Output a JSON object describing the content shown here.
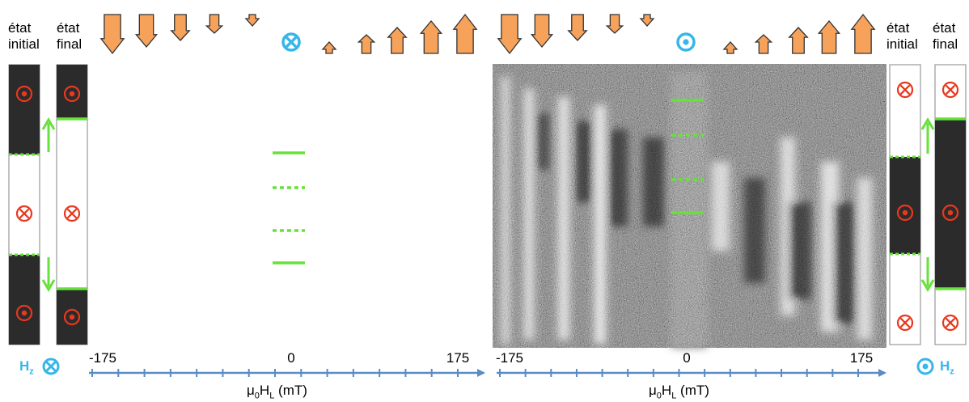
{
  "labels": {
    "left_initial_line1": "état",
    "left_initial_line2": "initial",
    "left_final_line1": "état",
    "left_final_line2": "final",
    "right_initial_line1": "état",
    "right_initial_line2": "initial",
    "right_final_line1": "état",
    "right_final_line2": "final"
  },
  "field_labels": {
    "left": {
      "main": "H",
      "sub": "z"
    },
    "right": {
      "main": "H",
      "sub": "z"
    }
  },
  "axes": {
    "left": {
      "ticks": [
        "-175",
        "0",
        "175"
      ],
      "title_main": "μ",
      "title_sub0": "0",
      "title_mid": "H",
      "title_sub1": "L",
      "title_unit": " (mT)"
    },
    "right": {
      "ticks": [
        "-175",
        "0",
        "175"
      ],
      "title_main": "μ",
      "title_sub0": "0",
      "title_mid": "H",
      "title_sub1": "L",
      "title_unit": " (mT)"
    }
  },
  "colors": {
    "arrow_orange": "#F7A25A",
    "symbol_red": "#E8381E",
    "symbol_cyan": "#37B6EA",
    "domain_green": "#66E23A",
    "axis_blue": "#5B8BC4",
    "dark_domain": "#2B2B2B"
  },
  "icons": {
    "field_arrows_left": [
      "arrow-down-icon",
      "arrow-down-icon",
      "arrow-down-icon",
      "arrow-down-icon",
      "arrow-down-icon",
      "cross-circle-icon",
      "arrow-up-icon",
      "arrow-up-icon",
      "arrow-up-icon",
      "arrow-up-icon",
      "arrow-up-icon"
    ],
    "field_arrows_right": [
      "arrow-down-icon",
      "arrow-down-icon",
      "arrow-down-icon",
      "arrow-down-icon",
      "arrow-down-icon",
      "dot-circle-icon",
      "arrow-up-icon",
      "arrow-up-icon",
      "arrow-up-icon",
      "arrow-up-icon",
      "arrow-up-icon"
    ]
  }
}
